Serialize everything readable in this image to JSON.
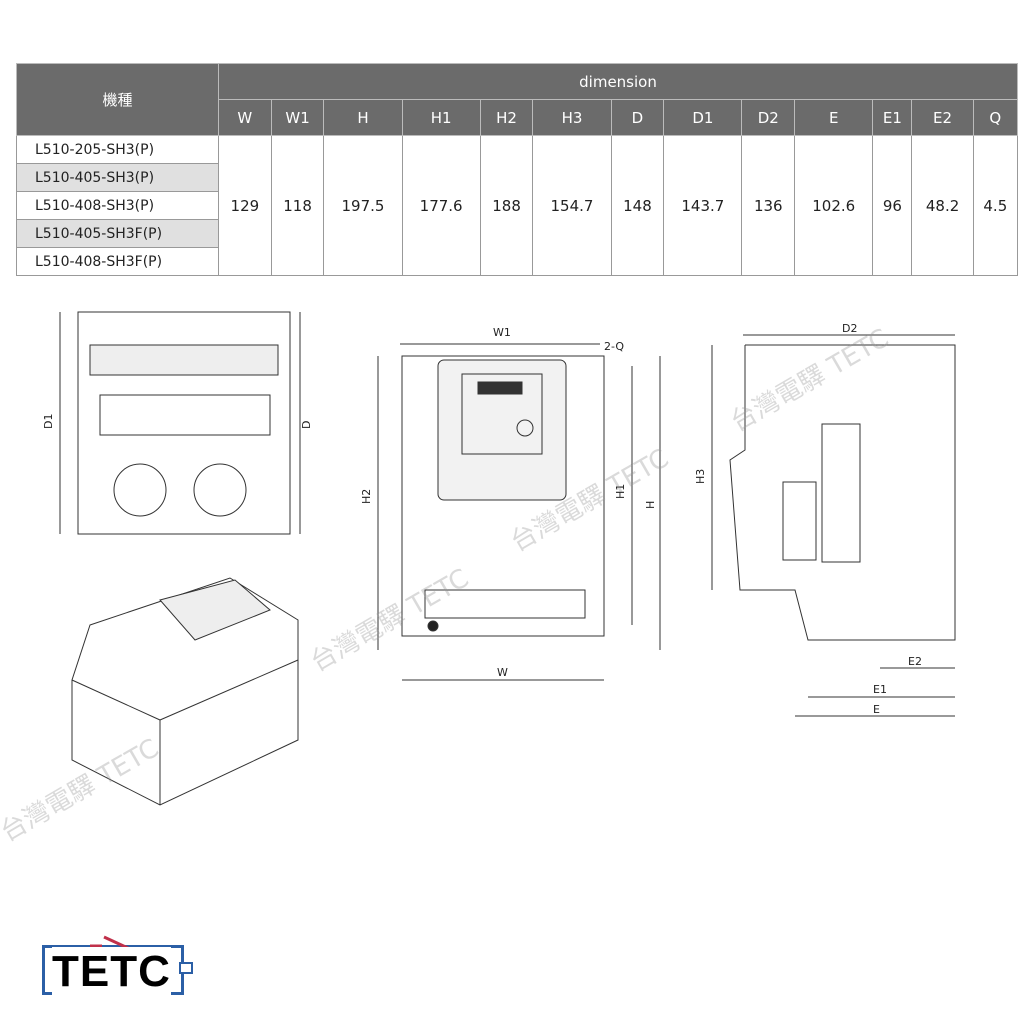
{
  "table": {
    "model_header": "機種",
    "group_header": "dimension",
    "columns": [
      "W",
      "W1",
      "H",
      "H1",
      "H2",
      "H3",
      "D",
      "D1",
      "D2",
      "E",
      "E1",
      "E2",
      "Q"
    ],
    "models": [
      "L510-205-SH3(P)",
      "L510-405-SH3(P)",
      "L510-408-SH3(P)",
      "L510-405-SH3F(P)",
      "L510-408-SH3F(P)"
    ],
    "values": [
      "129",
      "118",
      "197.5",
      "177.6",
      "188",
      "154.7",
      "148",
      "143.7",
      "136",
      "102.6",
      "96",
      "48.2",
      "4.5"
    ]
  },
  "drawing_labels": {
    "D1": "D1",
    "D": "D",
    "W1": "W1",
    "Q": "2-Q",
    "H2": "H2",
    "H1": "H1",
    "H": "H",
    "W": "W",
    "D2": "D2",
    "H3": "H3",
    "E2": "E2",
    "E1": "E1",
    "E": "E"
  },
  "watermark": "台灣電驛 TETC",
  "logo": {
    "text": "TETC",
    "colors": {
      "frame": "#2b5fa6",
      "switch": "#c0304a"
    }
  }
}
